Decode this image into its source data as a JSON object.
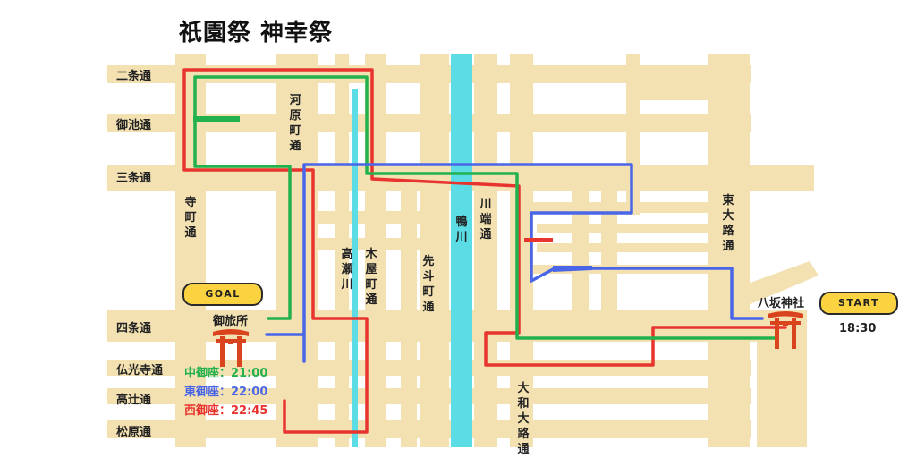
{
  "title": "祇園祭 神幸祭",
  "streets_horizontal": [
    "二条通",
    "御池通",
    "三条通",
    "四条通",
    "仏光寺通",
    "高辻通",
    "松原通"
  ],
  "streets_vertical": {
    "teramachi": "寺町通",
    "kawaramachi": "河原町通",
    "takasegawa": "高瀬川",
    "kiyamachi": "木屋町通",
    "pontocho": "先斗町通",
    "kamogawa": "鴨川",
    "kawabata": "川端通",
    "yamato": "大和大路通",
    "higashioji": "東大路通"
  },
  "places": {
    "otabisho": "御旅所",
    "yasaka": "八坂神社"
  },
  "badges": {
    "goal": "GOAL",
    "start": "START",
    "start_time": "18:30"
  },
  "legend": [
    {
      "text": "中御座：21:00",
      "color": "#22b14c"
    },
    {
      "text": "東御座：22:00",
      "color": "#4a66e8"
    },
    {
      "text": "西御座：22:45",
      "color": "#e8342f"
    }
  ],
  "colors": {
    "road": "#f3e1b2",
    "river": "#5cdde6",
    "naka": "#22b14c",
    "higashi": "#4a66e8",
    "nishi": "#e8342f",
    "torii": "#d9431e"
  }
}
